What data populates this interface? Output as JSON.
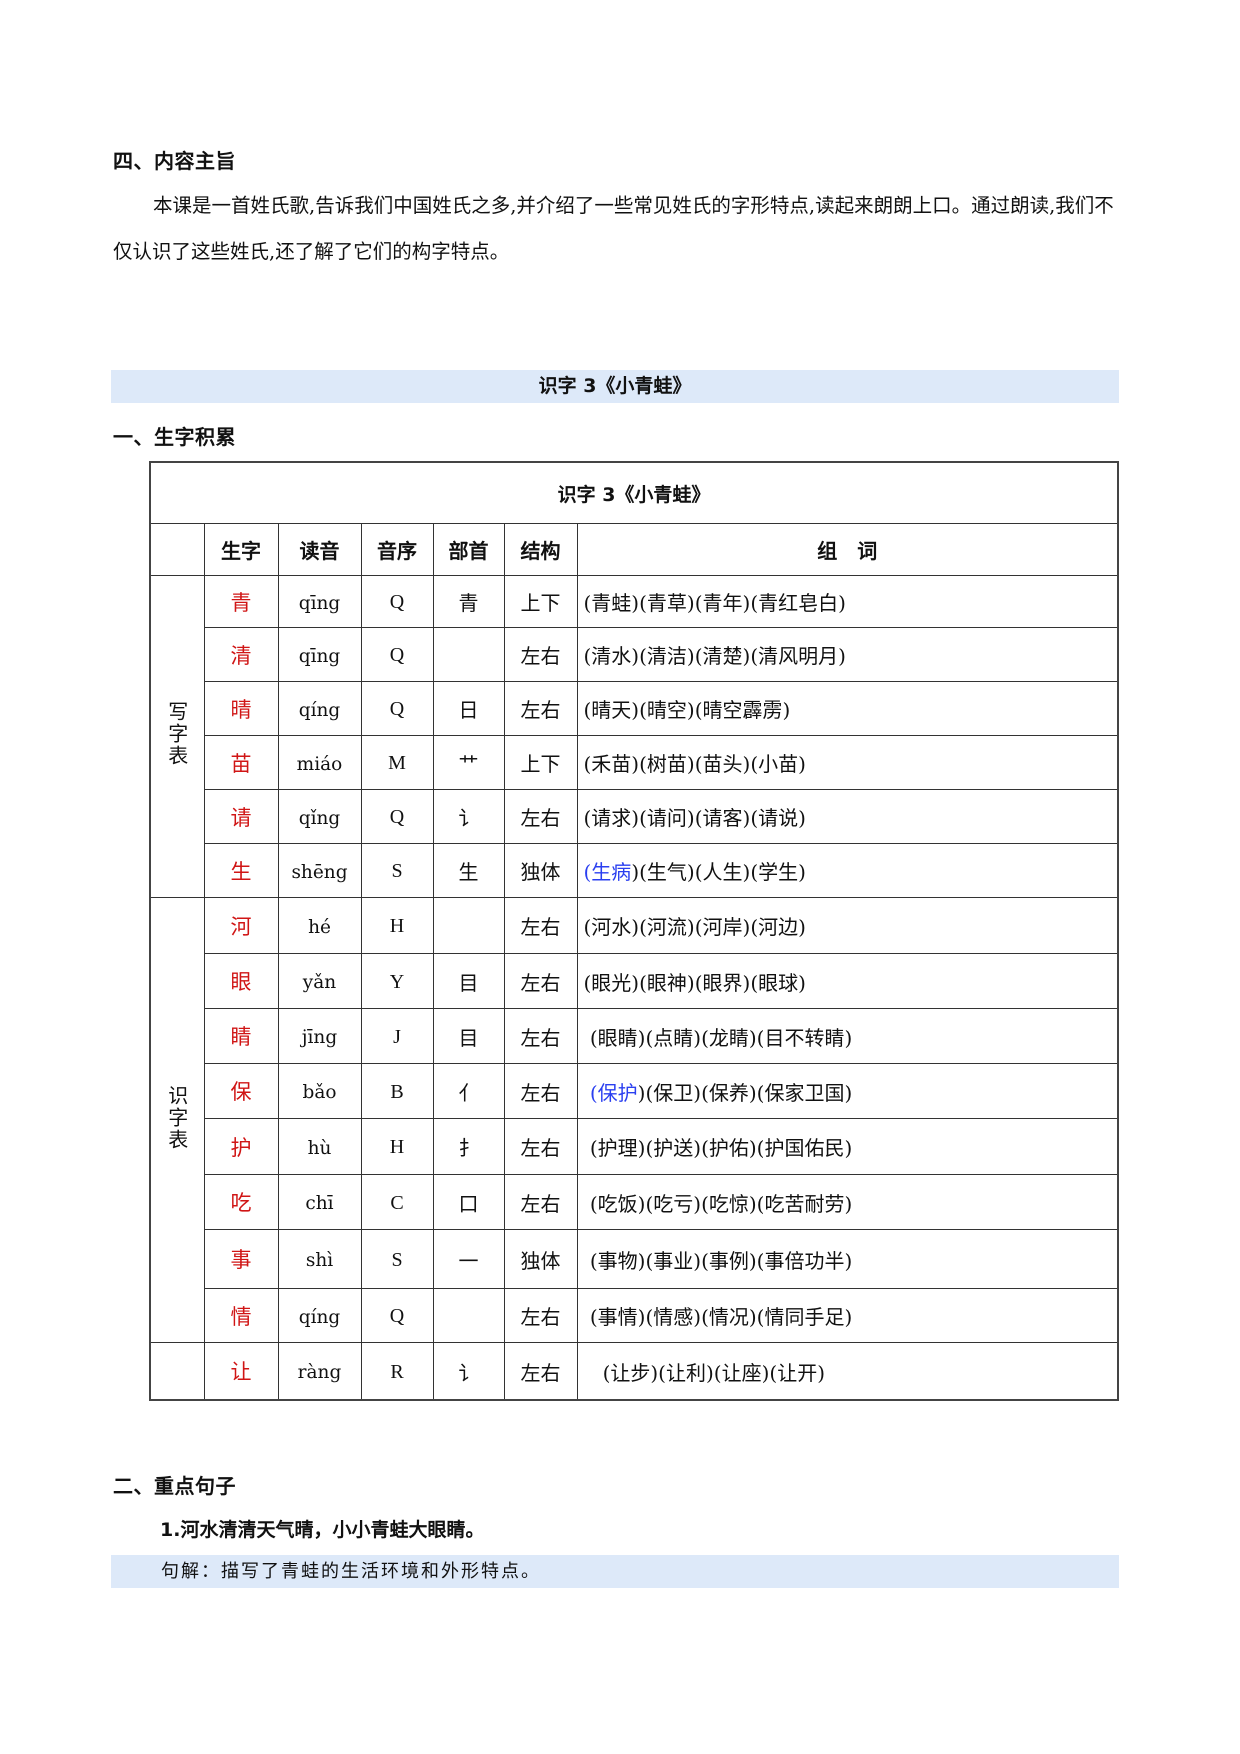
{
  "section4": {
    "heading": "四、内容主旨",
    "paragraph": "本课是一首姓氏歌,告诉我们中国姓氏之多,并介绍了一些常见姓氏的字形特点,读起来朗朗上口。通过朗读,我们不仅认识了这些姓氏,还了解了它们的构字特点。"
  },
  "lesson_bar": {
    "title": "识字 3《小青蛙》"
  },
  "part1": {
    "heading": "一、生字积累"
  },
  "table": {
    "title": "识字 3《小青蛙》",
    "headers": [
      "",
      "生字",
      "读音",
      "音序",
      "部首",
      "结构",
      "组　词"
    ],
    "groups": [
      {
        "label": "写字表",
        "rows": [
          {
            "char": "青",
            "pinyin": "qīng",
            "order": "Q",
            "radical": "青",
            "structure": "上下",
            "highlight": "",
            "words": "(青蛙)(青草)(青年)(青红皂白)"
          },
          {
            "char": "清",
            "pinyin": "qīng",
            "order": "Q",
            "radical": "",
            "structure": "左右",
            "highlight": "",
            "words": "(清水)(清洁)(清楚)(清风明月)"
          },
          {
            "char": "晴",
            "pinyin": "qíng",
            "order": "Q",
            "radical": "日",
            "structure": "左右",
            "highlight": "",
            "words": "(晴天)(晴空)(晴空霹雳)"
          },
          {
            "char": "苗",
            "pinyin": "miáo",
            "order": "M",
            "radical": "艹",
            "structure": "上下",
            "highlight": "",
            "words": "(禾苗)(树苗)(苗头)(小苗)"
          },
          {
            "char": "请",
            "pinyin": "qǐng",
            "order": "Q",
            "radical": "讠",
            "structure": "左右",
            "highlight": "",
            "words": "(请求)(请问)(请客)(请说)"
          },
          {
            "char": "生",
            "pinyin": "shēng",
            "order": "S",
            "radical": "生",
            "structure": "独体",
            "highlight": "(生病",
            "words": ")(生气)(人生)(学生)"
          }
        ]
      },
      {
        "label": "识字表",
        "rows": [
          {
            "char": "河",
            "pinyin": "hé",
            "order": "H",
            "radical": "",
            "structure": "左右",
            "highlight": "",
            "words": "(河水)(河流)(河岸)(河边)"
          },
          {
            "char": "眼",
            "pinyin": "yǎn",
            "order": "Y",
            "radical": "目",
            "structure": "左右",
            "highlight": "",
            "words": "(眼光)(眼神)(眼界)(眼球)"
          },
          {
            "char": "睛",
            "pinyin": "jīng",
            "order": "J",
            "radical": "目",
            "structure": "左右",
            "highlight": "",
            "words": " (眼睛)(点睛)(龙睛)(目不转睛)"
          },
          {
            "char": "保",
            "pinyin": "bǎo",
            "order": "B",
            "radical": "亻",
            "structure": "左右",
            "highlight": " (保护",
            "words": ")(保卫)(保养)(保家卫国)"
          },
          {
            "char": "护",
            "pinyin": "hù",
            "order": "H",
            "radical": "扌",
            "structure": "左右",
            "highlight": "",
            "words": " (护理)(护送)(护佑)(护国佑民)"
          },
          {
            "char": "吃",
            "pinyin": "chī",
            "order": "C",
            "radical": "口",
            "structure": "左右",
            "highlight": "",
            "words": " (吃饭)(吃亏)(吃惊)(吃苦耐劳)"
          },
          {
            "char": "事",
            "pinyin": "shì",
            "order": "S",
            "radical": "一",
            "structure": "独体",
            "highlight": "",
            "words": " (事物)(事业)(事例)(事倍功半)"
          },
          {
            "char": "情",
            "pinyin": "qíng",
            "order": "Q",
            "radical": "",
            "structure": "左右",
            "highlight": "",
            "words": " (事情)(情感)(情况)(情同手足)"
          }
        ]
      },
      {
        "label": "",
        "rows": [
          {
            "char": "让",
            "pinyin": "ràng",
            "order": "R",
            "radical": "讠",
            "structure": "左右",
            "highlight": "",
            "words": "   (让步)(让利)(让座)(让开)"
          }
        ]
      }
    ]
  },
  "part2": {
    "heading": "二、重点句子",
    "sentence": "1.河水清清天气晴，小小青蛙大眼睛。",
    "explanation": "句解：描写了青蛙的生活环境和外形特点。"
  },
  "colors": {
    "highlight_bar": "#dde9f9",
    "char_red": "#d01515",
    "word_blue": "#2a3ff0",
    "border": "#333333"
  }
}
